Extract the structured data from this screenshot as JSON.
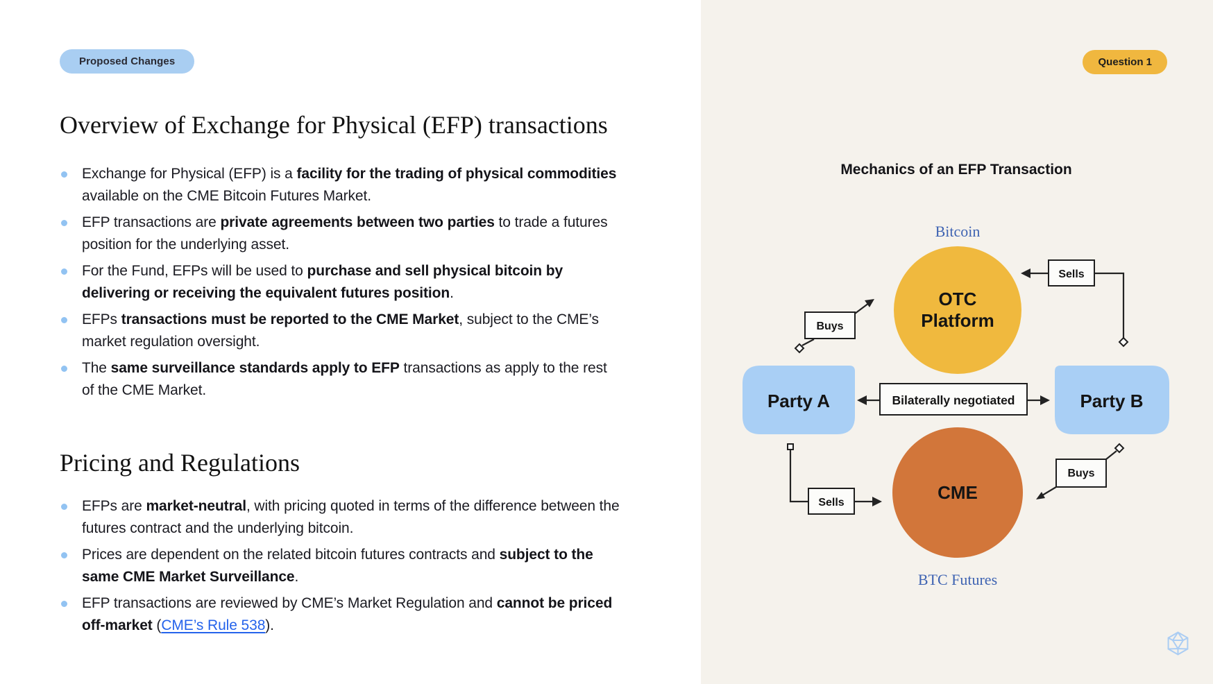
{
  "badges": {
    "proposed": "Proposed Changes",
    "question": "Question 1"
  },
  "left": {
    "section1": {
      "title": "Overview of Exchange for Physical (EFP) transactions",
      "bullets": [
        {
          "segments": [
            {
              "text": "Exchange for Physical (EFP) is a "
            },
            {
              "text": "facility for the trading of physical commodities",
              "bold": true
            },
            {
              "text": " available on the CME Bitcoin Futures Market."
            }
          ]
        },
        {
          "segments": [
            {
              "text": "EFP transactions are "
            },
            {
              "text": "private agreements between two parties",
              "bold": true
            },
            {
              "text": " to trade a futures position for the underlying asset."
            }
          ]
        },
        {
          "segments": [
            {
              "text": "For the Fund, EFPs will be used to "
            },
            {
              "text": "purchase and sell physical bitcoin by delivering or receiving the equivalent futures position",
              "bold": true
            },
            {
              "text": "."
            }
          ]
        },
        {
          "segments": [
            {
              "text": "EFPs "
            },
            {
              "text": "transactions must be reported to the CME Market",
              "bold": true
            },
            {
              "text": ", subject to the CME’s market regulation oversight."
            }
          ]
        },
        {
          "segments": [
            {
              "text": "The "
            },
            {
              "text": "same surveillance standards apply to EFP",
              "bold": true
            },
            {
              "text": " transactions as apply to the rest of the CME Market."
            }
          ]
        }
      ]
    },
    "section2": {
      "title": "Pricing and Regulations",
      "bullets": [
        {
          "segments": [
            {
              "text": "EFPs are "
            },
            {
              "text": "market-neutral",
              "bold": true
            },
            {
              "text": ", with pricing quoted in terms of the difference between the futures contract and the underlying bitcoin."
            }
          ]
        },
        {
          "segments": [
            {
              "text": "Prices are dependent on the related bitcoin futures contracts and "
            },
            {
              "text": "subject to the same CME Market Surveillance",
              "bold": true
            },
            {
              "text": "."
            }
          ]
        },
        {
          "segments": [
            {
              "text": "EFP transactions are reviewed by CME’s Market Regulation and "
            },
            {
              "text": "cannot be priced off-market",
              "bold": true
            },
            {
              "text": " ("
            },
            {
              "text": "CME’s Rule 538",
              "link": true
            },
            {
              "text": ")."
            }
          ]
        }
      ]
    }
  },
  "diagram": {
    "title": "Mechanics of an EFP Transaction",
    "top_label": "Bitcoin",
    "bottom_label": "BTC Futures",
    "otc_line1": "OTC",
    "otc_line2": "Platform",
    "cme_label": "CME",
    "party_a": "Party A",
    "party_b": "Party B",
    "sells_top": "Sells",
    "buys_top": "Buys",
    "sells_bottom": "Sells",
    "buys_bottom": "Buys",
    "center_edge": "Bilaterally negotiated"
  },
  "icons": {
    "logo": "polyhedron-logo-icon",
    "bullet": "bullet-dot-icon"
  },
  "colors": {
    "left_bg": "#FFFFFF",
    "right_bg": "#F5F2EC",
    "proposed_pill_bg": "#A9CEF2",
    "question_pill_bg": "#F0B73F",
    "otc_circle": "#F0B93E",
    "cme_circle": "#D2763A",
    "party_box": "#A9CFF5",
    "diagram_blue_label": "#3E63B2",
    "link_blue": "#2563EB",
    "bullet_dot": "#92C3F2",
    "logo_blue": "#ABCDF3"
  }
}
